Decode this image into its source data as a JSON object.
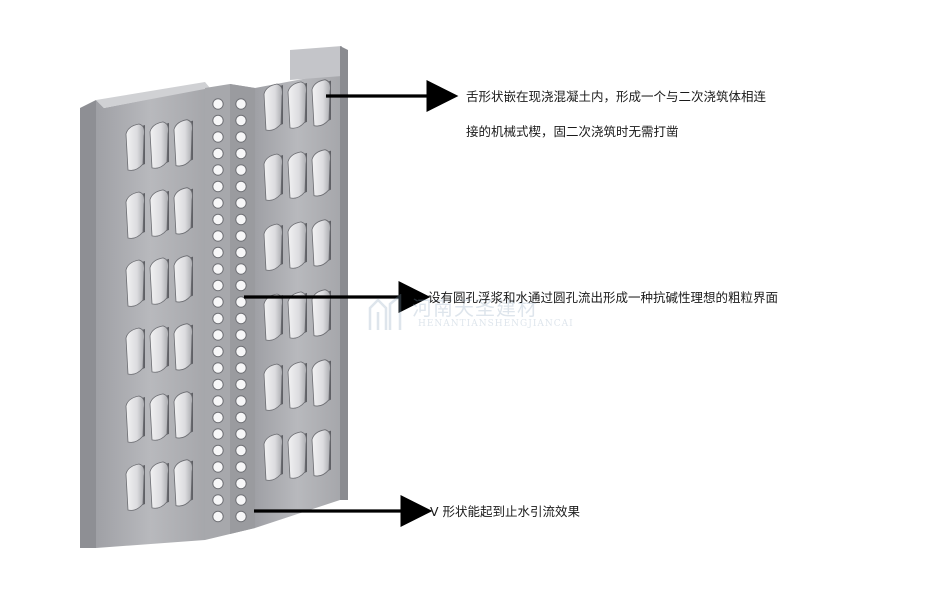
{
  "callouts": {
    "tongue": {
      "line1": "舌形状嵌在现浇混凝土内，形成一个与二次浇筑体相连",
      "line2": "接的机械式楔，固二次浇筑时无需打凿"
    },
    "holes": {
      "text": "设有圆孔浮浆和水通过圆孔流出形成一种抗碱性理想的粗粒界面"
    },
    "vshape": {
      "text": "V 形状能起到止水引流效果"
    }
  },
  "watermark": {
    "cn": "河南天圣建材",
    "en": "HENANTIANSHENGJIANCAI"
  },
  "colors": {
    "panel_face": "#b5b6ba",
    "panel_dark": "#8c8d92",
    "panel_light": "#d4d5d8",
    "tab": "#e6e6e8",
    "arrow": "#000000"
  }
}
